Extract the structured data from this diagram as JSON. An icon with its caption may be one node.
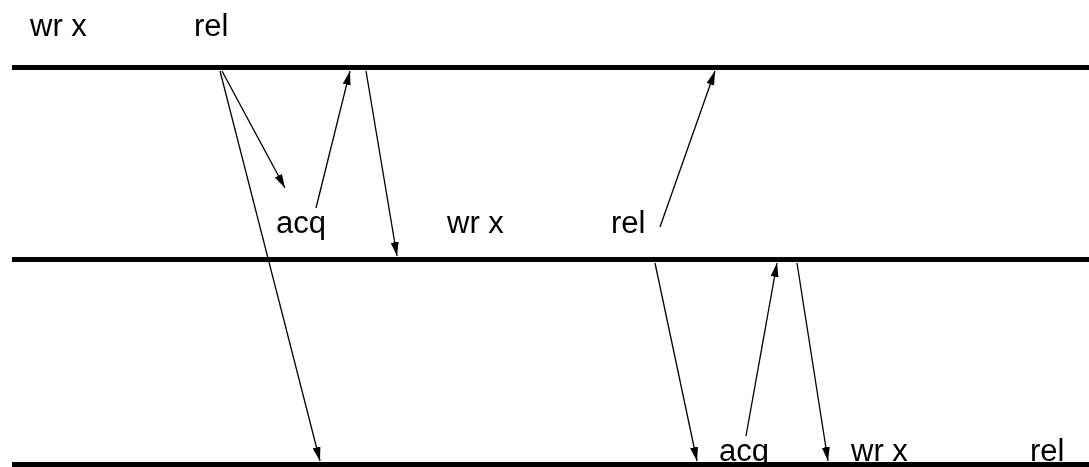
{
  "diagram": {
    "nodes": [
      {
        "text": [],
        "shape": "bar"
      },
      {
        "text": [
          "acq"
        ]
      },
      {
        "text": [
          "rel"
        ]
      },
      {
        "text": [],
        "shape": "bar"
      },
      {
        "text": [
          "acq"
        ]
      },
      {
        "text": [],
        "shape": "bar"
      }
    ],
    "edges": [
      {
        "from": 0,
        "to": 1,
        "arrow": "to"
      },
      {
        "from": 1,
        "to": 0,
        "arrow": "to"
      },
      {
        "from": 0,
        "to": 3,
        "arrow": "to"
      },
      {
        "from": 0,
        "to": 5,
        "arrow": "to"
      },
      {
        "from": 2,
        "to": 0,
        "arrow": "to"
      },
      {
        "from": 3,
        "to": 5,
        "arrow": "to"
      },
      {
        "from": 4,
        "to": 3,
        "arrow": "to"
      },
      {
        "from": 3,
        "to": 5,
        "arrow": "to"
      }
    ],
    "labels": [
      "wr x",
      "rel",
      "wr x",
      "wr x",
      "rel"
    ]
  }
}
